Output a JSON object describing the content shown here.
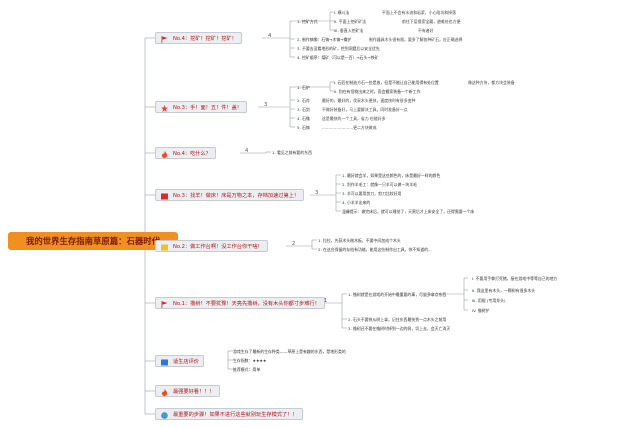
{
  "root": {
    "title": "我的世界生存指南草原篇：石器时代"
  },
  "branches": [
    {
      "id": "n4",
      "title": "No.4：挖矿！挖矿！挖矿！",
      "icon": "flag-red-icon",
      "number": "4",
      "items": [
        {
          "text": "1. 挖矿方式",
          "subs": [
            {
              "text": "I. 横斗法",
              "tail": "平面上不会有水流和岩浆，小心陷坑和掉落"
            },
            {
              "text": "II. 平面上挖矿矿法",
              "tail": "前往下层搜索宝藏，避难处也方便"
            },
            {
              "text": "III. 垂直入挖矿法",
              "tail": "不有者好"
            }
          ]
        },
        {
          "text": "2. 制作镐锄：石镐→木镐→撬铲",
          "tail": "制作器具木头很有限，要多了解各种矿石，应正确选择"
        },
        {
          "text": "3. 不要去没看地形的矿，挖到洞窟后以安全优先"
        },
        {
          "text": "4. 挖矿顺序：煤矿（可以是一百）→石头→铁矿"
        }
      ]
    },
    {
      "id": "n3",
      "title": "No.3：手！面！五！件！盖！",
      "icon": "star-icon",
      "number": "3",
      "items": [
        {
          "text": "1. 石炉",
          "subs": [
            {
              "text": "I. 石匠在制造方石一些是放，但是不能让自己能用得有处位置",
              "tail": "像这种方块，都方块会装备"
            },
            {
              "text": "II. 别在有怪物出来之时，而会搬家装备一个新工作"
            }
          ]
        },
        {
          "text": "2. 石斧",
          "tail": "最好的，最好的，伐采木头更快，速度快时有很多变种"
        },
        {
          "text": "3. 石剑",
          "tail": "不做好装备好，马上要解决工具，同时准备好一点"
        },
        {
          "text": "4. 石锄",
          "tail": "这是最快的一个工具，省力 也能好多"
        },
        {
          "text": "5. 石镐",
          "tail": "……………………更二方块做成"
        }
      ]
    },
    {
      "id": "n4b",
      "title": "No.4：吃什么？",
      "icon": "fire-icon",
      "number": "4",
      "items": [
        {
          "text": "1. 看见之前有要的东西"
        }
      ]
    },
    {
      "id": "n3b",
      "title": "No.3：找羊！做床！床是万物之本，存档加速过第上！",
      "icon": "red-square-icon",
      "number": "3",
      "items": [
        {
          "text": "1. 最好就会羊，如果是这些颜色的，床是最好一样的颜色"
        },
        {
          "text": "2. 别作羊毛工：就像一只羊可以做一块羊毛"
        },
        {
          "text": "3. 羊可以要用剪刀，剪刀比较好用"
        },
        {
          "text": "4. 小羊羊出来的"
        },
        {
          "text": "温馨提示：做完床后，就可以睡觉了，天黑后才上床安全了，还得需要一个床"
        }
      ]
    },
    {
      "id": "n2",
      "title": "No.2：做工作台啊！没工作台你干啥！",
      "icon": "yellow-square-icon",
      "number": "2",
      "items": [
        {
          "text": "1. 拉拉，先获木头做木板，不要中间加成个木头"
        },
        {
          "text": "2. 在这台保留的存档有功能，能用这些制作出工具，你不知道的..."
        }
      ]
    },
    {
      "id": "n1",
      "title": "No.1：撸树！不要犹豫！天亮先撸树，没有木头你都寸步难行！",
      "icon": "flag-red-icon",
      "number": "1",
      "items": [
        {
          "text": "1. 撸树就是在游戏的开始中最重要的事，尽量多拿点东西",
          "subs": [
            {
              "text": "I. 不要用手拳打死猪，接在游戏中等等自己的地方"
            },
            {
              "text": "II. 我这里有木头，一颗树有很多木头"
            },
            {
              "text": "III. 用棍 (专用斧头)"
            },
            {
              "text": "IV. 撸树铲"
            }
          ]
        },
        {
          "text": "2. 石头不要快从树上拿，记住东西最快到一点木头之前用"
        },
        {
          "text": "3. 撸树还不要在撸树时掉到一边的树，切上去，会灭亡消灭"
        }
      ]
    },
    {
      "id": "rev",
      "title": "适生店评价",
      "icon": "blue-square-icon",
      "number": "",
      "items": [
        {
          "text": "游戏生存了最新的生存种类——草原上是有趣的东西，是地形类的"
        },
        {
          "text": "生存指数：★★★★"
        },
        {
          "text": "推荐模式：简单"
        }
      ]
    },
    {
      "id": "x1",
      "title": "最强要好看！！！",
      "icon": "fire-icon",
      "number": "",
      "items": []
    },
    {
      "id": "x2",
      "title": "最重要的步骤！如果不进行这些就别玩生存模式了！！",
      "icon": "earth-icon",
      "number": "",
      "items": []
    }
  ]
}
